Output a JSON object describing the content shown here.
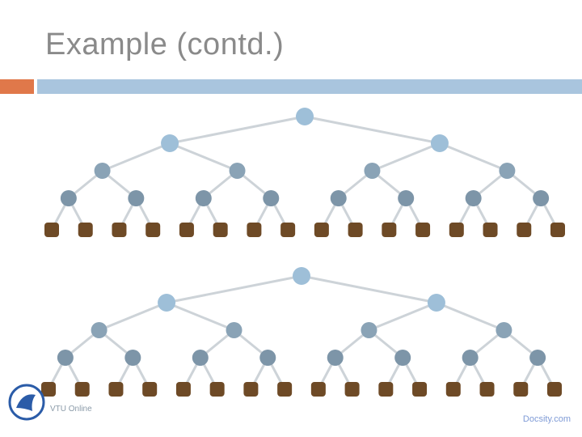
{
  "slide": {
    "title": "Example (contd.)",
    "footer_link": "Docsity.com",
    "logo_text": "VTU Online"
  },
  "colors": {
    "title": "#8a8a8a",
    "accent_bar": "#e0784a",
    "rule_bar": "#a9c5de",
    "edge": "#cdd3d8",
    "level_0": "#9ebfd8",
    "level_1": "#9ebfd8",
    "level_2": "#8aa3b6",
    "level_3": "#7d95a8",
    "leaf": "#6e4a26"
  },
  "diagram": {
    "type": "tree",
    "trees": [
      {
        "name": "upper-tree",
        "branching": 2,
        "depth": 4,
        "leaf_count": 16
      },
      {
        "name": "lower-tree",
        "branching": 2,
        "depth": 4,
        "leaf_count": 16
      }
    ]
  }
}
